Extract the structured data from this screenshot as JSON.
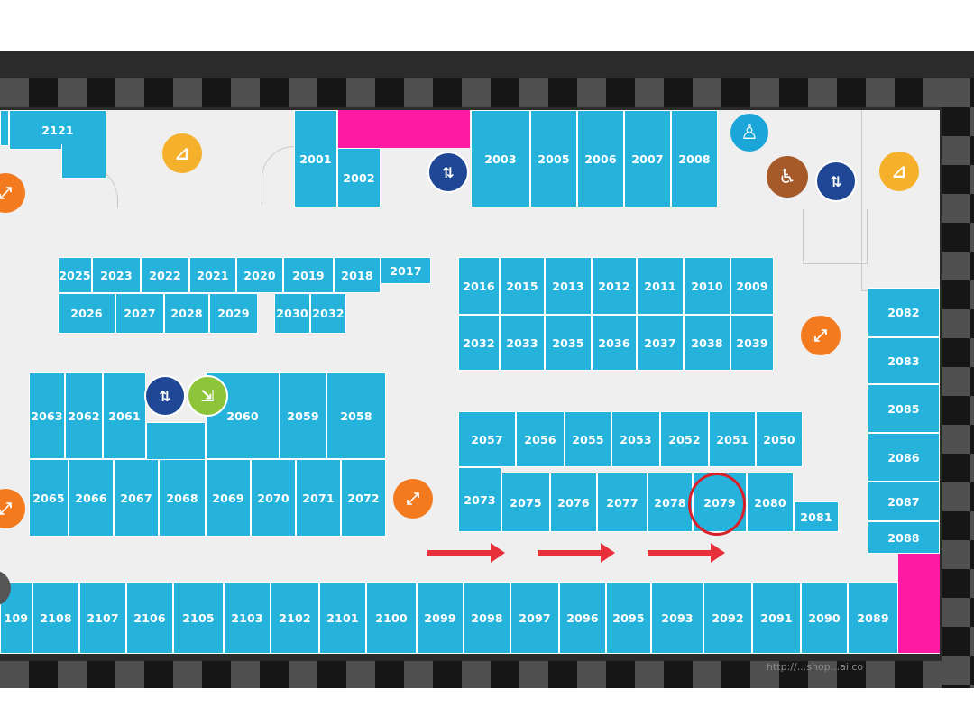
{
  "watermark": "http://...shop...ai.co",
  "colors": {
    "store": "#26b3db",
    "accent_pink": "#ff1aa3",
    "highlight": "#d8202a",
    "floor": "#efefef"
  },
  "highlighted_store": "2079",
  "stores": {
    "s2121": "2121",
    "s2001": "2001",
    "s2002": "2002",
    "s2003": "2003",
    "s2005": "2005",
    "s2006": "2006",
    "s2007": "2007",
    "s2008": "2008",
    "s2025": "2025",
    "s2023": "2023",
    "s2022": "2022",
    "s2021": "2021",
    "s2020": "2020",
    "s2019": "2019",
    "s2018": "2018",
    "s2017": "2017",
    "s2026": "2026",
    "s2027": "2027",
    "s2028": "2028",
    "s2029": "2029",
    "s2030": "2030",
    "s2032a": "2032",
    "s2016": "2016",
    "s2015": "2015",
    "s2013": "2013",
    "s2012": "2012",
    "s2011": "2011",
    "s2010": "2010",
    "s2009": "2009",
    "s2032b": "2032",
    "s2033": "2033",
    "s2035": "2035",
    "s2036": "2036",
    "s2037": "2037",
    "s2038": "2038",
    "s2039": "2039",
    "s2063": "2063",
    "s2062": "2062",
    "s2061": "2061",
    "s2060": "2060",
    "s2059": "2059",
    "s2058": "2058",
    "s2065": "2065",
    "s2066": "2066",
    "s2067": "2067",
    "s2068": "2068",
    "s2069": "2069",
    "s2070": "2070",
    "s2071": "2071",
    "s2072": "2072",
    "s2057": "2057",
    "s2056": "2056",
    "s2055": "2055",
    "s2053": "2053",
    "s2052": "2052",
    "s2051": "2051",
    "s2050": "2050",
    "s2073": "2073",
    "s2075": "2075",
    "s2076": "2076",
    "s2077": "2077",
    "s2078": "2078",
    "s2079": "2079",
    "s2080": "2080",
    "s2081": "2081",
    "s2082": "2082",
    "s2083": "2083",
    "s2085": "2085",
    "s2086": "2086",
    "s2087": "2087",
    "s2088": "2088",
    "s2109": "109",
    "s2108": "2108",
    "s2107": "2107",
    "s2106": "2106",
    "s2105": "2105",
    "s2103": "2103",
    "s2102": "2102",
    "s2101": "2101",
    "s2100": "2100",
    "s2099": "2099",
    "s2098": "2098",
    "s2097": "2097",
    "s2096": "2096",
    "s2095": "2095",
    "s2093": "2093",
    "s2092": "2092",
    "s2091": "2091",
    "s2090": "2090",
    "s2089": "2089"
  },
  "icons": {
    "stairs": "stairs-icon",
    "escalator": "escalator-icon",
    "elevator": "elevator-icon",
    "restroom": "restroom-icon",
    "accessible": "wheelchair-icon",
    "exit": "emergency-exit-icon"
  }
}
